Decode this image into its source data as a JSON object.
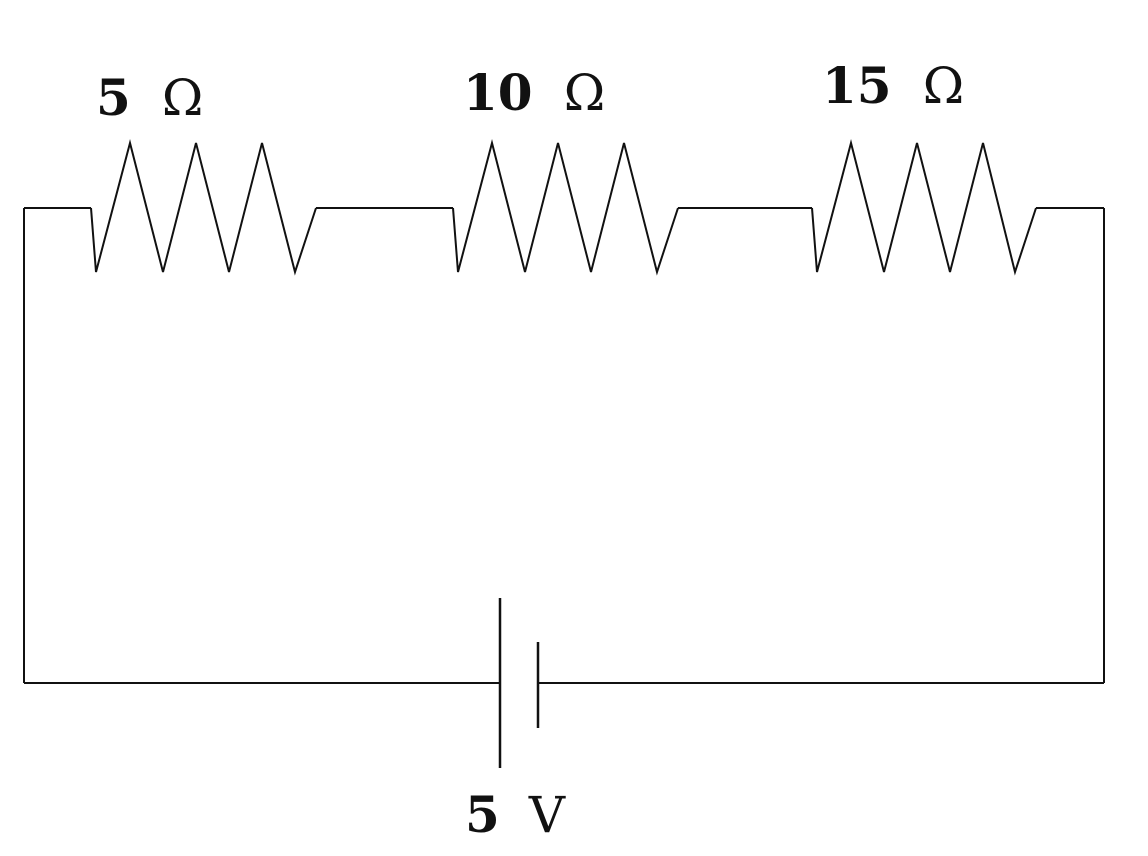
{
  "resistors": [
    {
      "value": "5",
      "unit": "Ω"
    },
    {
      "value": "10",
      "unit": "Ω"
    },
    {
      "value": "15",
      "unit": "Ω"
    }
  ],
  "battery": {
    "value": "5",
    "unit": "V"
  }
}
